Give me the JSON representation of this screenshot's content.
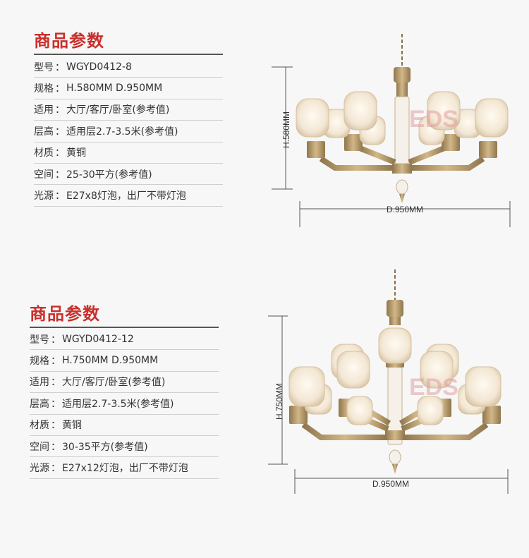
{
  "products": [
    {
      "title": "商品参数",
      "specs": [
        {
          "label": "型号",
          "value": "WGYD0412-8"
        },
        {
          "label": "规格",
          "value": "H.580MM  D.950MM"
        },
        {
          "label": "适用",
          "value": "大厅/客厅/卧室(参考值)"
        },
        {
          "label": "层高",
          "value": "适用层2.7-3.5米(参考值)"
        },
        {
          "label": "材质",
          "value": "黄铜"
        },
        {
          "label": "空间",
          "value": "25-30平方(参考值)"
        },
        {
          "label": "光源",
          "value": "E27x8灯泡，出厂不带灯泡"
        }
      ],
      "height_label": "H.580MM",
      "diameter_label": "D.950MM",
      "watermark": "EDS"
    },
    {
      "title": "商品参数",
      "specs": [
        {
          "label": "型号",
          "value": "WGYD0412-12"
        },
        {
          "label": "规格",
          "value": "H.750MM  D.950MM"
        },
        {
          "label": "适用",
          "value": "大厅/客厅/卧室(参考值)"
        },
        {
          "label": "层高",
          "value": "适用层2.7-3.5米(参考值)"
        },
        {
          "label": "材质",
          "value": "黄铜"
        },
        {
          "label": "空间",
          "value": "30-35平方(参考值)"
        },
        {
          "label": "光源",
          "value": "E27x12灯泡，出厂不带灯泡"
        }
      ],
      "height_label": "H.750MM",
      "diameter_label": "D.950MM",
      "watermark": "EDS"
    }
  ],
  "colors": {
    "title": "#c9302c",
    "brass": "#b89a6a",
    "brass_dark": "#8a7048",
    "shade": "#f4ece0",
    "watermark": "#e2a0a0"
  }
}
